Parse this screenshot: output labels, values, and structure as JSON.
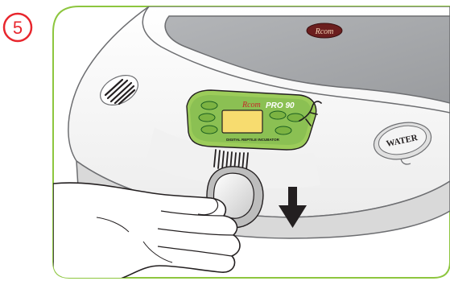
{
  "step": {
    "number": "5"
  },
  "device": {
    "lid_logo": "Rcom",
    "brand_logo": "Rcom",
    "model": "PRO 90",
    "panel_subtitle": "DIGITAL REPTILE INCUBATOR",
    "water_label": "WATER"
  },
  "colors": {
    "step_accent": "#e8262d",
    "frame_green": "#8dc63f",
    "panel_green": "#9ccc5a",
    "lcd_yellow": "#f7dc6f",
    "lid_grey": "#a7a9ac"
  },
  "icons": {
    "step": "circled-number",
    "arrow": "arrow-down-icon",
    "speaker": "speaker-grille-icon",
    "hand": "hand-icon"
  }
}
